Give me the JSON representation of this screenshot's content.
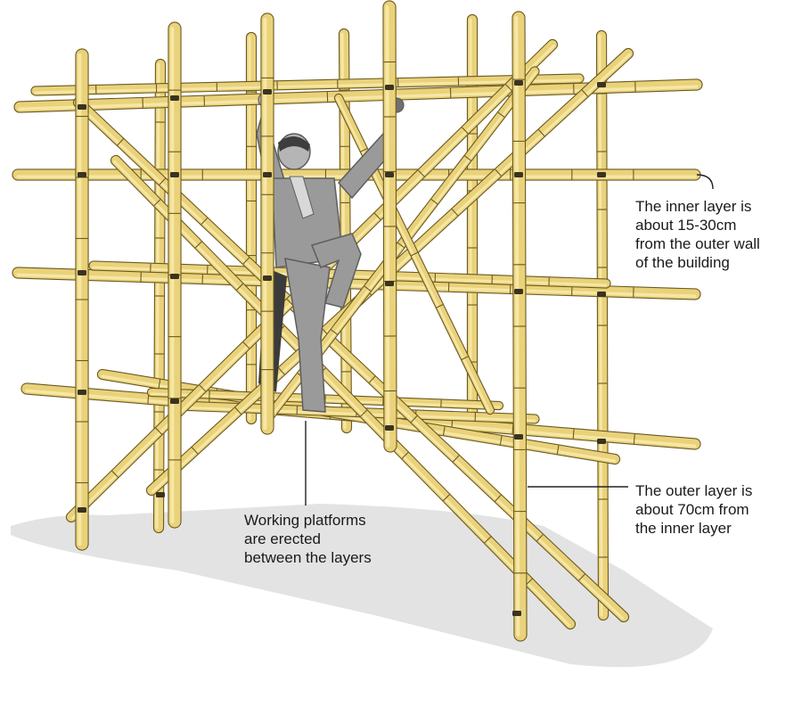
{
  "colors": {
    "bamboo_fill": "#e9d27a",
    "bamboo_highlight": "#f6e7a6",
    "bamboo_edge": "#6b5a23",
    "binding": "#3a3320",
    "ground_shadow": "#d9d9d9",
    "worker": "#9a9a9a",
    "worker_dark": "#5e5e5e",
    "leader_line": "#222222",
    "text": "#1a1a1a"
  },
  "annotations": {
    "inner_layer": [
      "The inner layer is",
      "about 15-30cm",
      "from the outer wall",
      "of the building"
    ],
    "outer_layer": [
      "The outer layer is",
      "about 70cm from",
      "the inner layer"
    ],
    "platforms": [
      "Working platforms",
      "are erected",
      "between the layers"
    ]
  },
  "icons": {
    "figure": "worker-climbing-icon"
  }
}
